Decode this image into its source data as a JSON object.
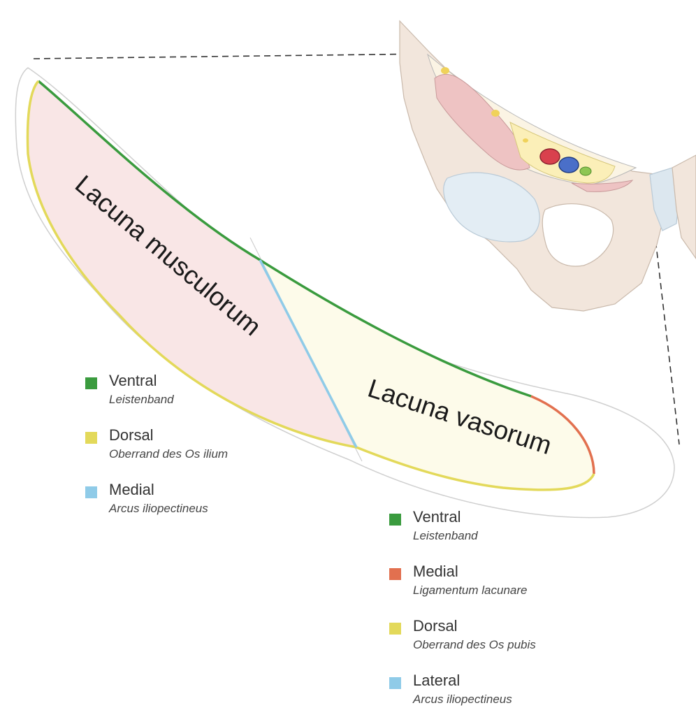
{
  "regions": {
    "musculorum": "Lacuna musculorum",
    "vasorum": "Lacuna vasorum"
  },
  "colors": {
    "ventral": "#3a9b3e",
    "dorsal": "#e3d95a",
    "medial_musculorum": "#8fcbe8",
    "medial_vasorum": "#e2704f",
    "lateral": "#8fcbe8",
    "musculorum_fill": "#f9e6e6",
    "vasorum_fill": "#fdfbea",
    "bone": "#f2e6dc",
    "muscle": "#eec3c3"
  },
  "legend_musculorum": [
    {
      "label": "Ventral",
      "sub": "Leistenband",
      "color": "#3a9b3e"
    },
    {
      "label": "Dorsal",
      "sub": "Oberrand des Os ilium",
      "color": "#e3d95a"
    },
    {
      "label": "Medial",
      "sub": "Arcus iliopectineus",
      "color": "#8fcbe8"
    }
  ],
  "legend_vasorum": [
    {
      "label": "Ventral",
      "sub": "Leistenband",
      "color": "#3a9b3e"
    },
    {
      "label": "Medial",
      "sub": "Ligamentum lacunare",
      "color": "#e2704f"
    },
    {
      "label": "Dorsal",
      "sub": "Oberrand des Os pubis",
      "color": "#e3d95a"
    },
    {
      "label": "Lateral",
      "sub": "Arcus iliopectineus",
      "color": "#8fcbe8"
    }
  ]
}
